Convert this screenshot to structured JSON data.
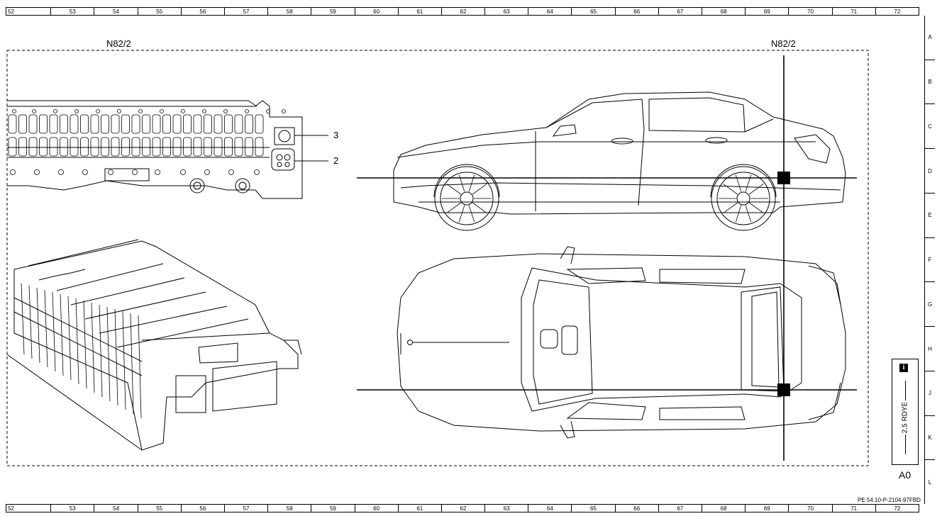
{
  "ruler": {
    "columns": [
      "52",
      "53",
      "54",
      "55",
      "56",
      "57",
      "58",
      "59",
      "60",
      "61",
      "62",
      "63",
      "64",
      "65",
      "66",
      "67",
      "68",
      "69",
      "70",
      "71",
      "72"
    ],
    "rows": [
      "A",
      "B",
      "C",
      "D",
      "E",
      "F",
      "G",
      "H",
      "J",
      "K",
      "L"
    ]
  },
  "diagram": {
    "left_component_label": "N82/2",
    "right_component_label": "N82/2",
    "callout_3": "3",
    "callout_2": "2"
  },
  "legend": {
    "wire_label": "2,5 RDYE",
    "location_code": "A0"
  },
  "footer": {
    "document_code": "PE 54.10-P-2104-97FBD"
  },
  "colors": {
    "line": "#000000",
    "background": "#ffffff"
  }
}
